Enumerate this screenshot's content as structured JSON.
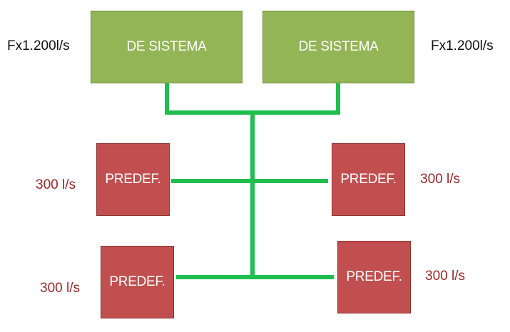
{
  "colors": {
    "connector": "#1fbe4f",
    "system_box": "#93b556",
    "predef_box": "#c24f4f",
    "flow_label_red": "#9b2626",
    "flow_label_black": "#111111"
  },
  "system_units": [
    {
      "label": "DE SISTEMA",
      "flow": "Fx1.200l/s"
    },
    {
      "label": "DE SISTEMA",
      "flow": "Fx1.200l/s"
    }
  ],
  "predef_units": [
    {
      "label": "PREDEF.",
      "flow": "300 l/s"
    },
    {
      "label": "PREDEF.",
      "flow": "300 l/s"
    },
    {
      "label": "PREDEF.",
      "flow": "300 l/s"
    },
    {
      "label": "PREDEF.",
      "flow": "300 l/s"
    }
  ]
}
